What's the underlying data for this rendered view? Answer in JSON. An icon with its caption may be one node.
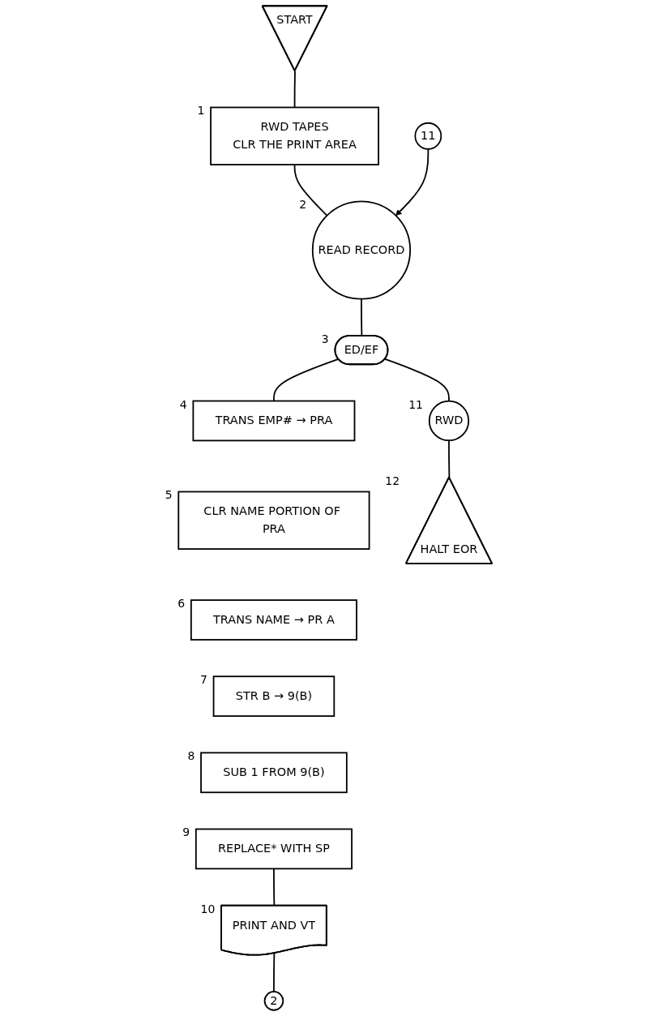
{
  "diagram": {
    "nodes": [
      {
        "text": [
          "START"
        ]
      },
      {
        "text": [
          "RWD TAPES",
          "CLR THE PRINT AREA"
        ],
        "beside": [
          "1"
        ]
      },
      {
        "text": [
          "11"
        ]
      },
      {
        "text": [
          "READ RECORD"
        ],
        "beside": [
          "2"
        ]
      },
      {
        "text": [
          "ED/EF"
        ],
        "beside": [
          "3"
        ]
      },
      {
        "text": [
          "TRANS EMP# → PRA"
        ],
        "beside": [
          "4"
        ]
      },
      {
        "text": [
          "CLR NAME PORTION OF PRA"
        ],
        "beside": [
          "5"
        ]
      },
      {
        "text": [
          "TRANS NAME → PR A"
        ],
        "beside": [
          "6"
        ]
      },
      {
        "text": [
          "STR B → 9(B)"
        ],
        "beside": [
          "7"
        ]
      },
      {
        "text": [
          "SUB 1 FROM 9(B)"
        ],
        "beside": [
          "8"
        ]
      },
      {
        "text": [
          "REPLACE* WITH SP"
        ],
        "beside": [
          "9"
        ]
      },
      {
        "text": [
          "PRINT AND VT"
        ],
        "beside": [
          "10"
        ]
      },
      {
        "text": [
          "2"
        ]
      },
      {
        "text": [
          "RWD"
        ],
        "beside": [
          "11"
        ]
      },
      {
        "text": [
          "HALT EOR"
        ],
        "beside": [
          "12"
        ]
      }
    ],
    "edges": [
      {
        "from": 0,
        "to": 1,
        "arrow": "none"
      },
      {
        "from": 1,
        "to": 3,
        "arrow": "none"
      },
      {
        "from": 2,
        "to": 3,
        "arrow": "to"
      },
      {
        "from": 3,
        "to": 4,
        "arrow": "none"
      },
      {
        "from": 4,
        "to": 5,
        "arrow": "none"
      },
      {
        "from": 4,
        "to": 13,
        "arrow": "none"
      },
      {
        "from": 10,
        "to": 11,
        "arrow": "none"
      },
      {
        "from": 11,
        "to": 12,
        "arrow": "none"
      },
      {
        "from": 13,
        "to": 14,
        "arrow": "none"
      }
    ]
  }
}
